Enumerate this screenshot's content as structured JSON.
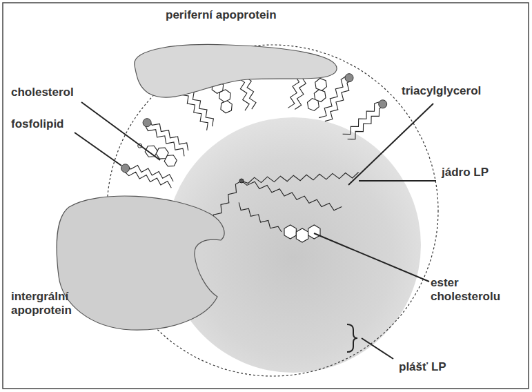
{
  "diagram": {
    "labels": [
      "periferní apoprotein",
      "cholesterol",
      "fosfolipid",
      "triacylglycerol",
      "jádro LP",
      "intergrální apoprotein",
      "ester cholesterolu",
      "plášť LP"
    ]
  }
}
